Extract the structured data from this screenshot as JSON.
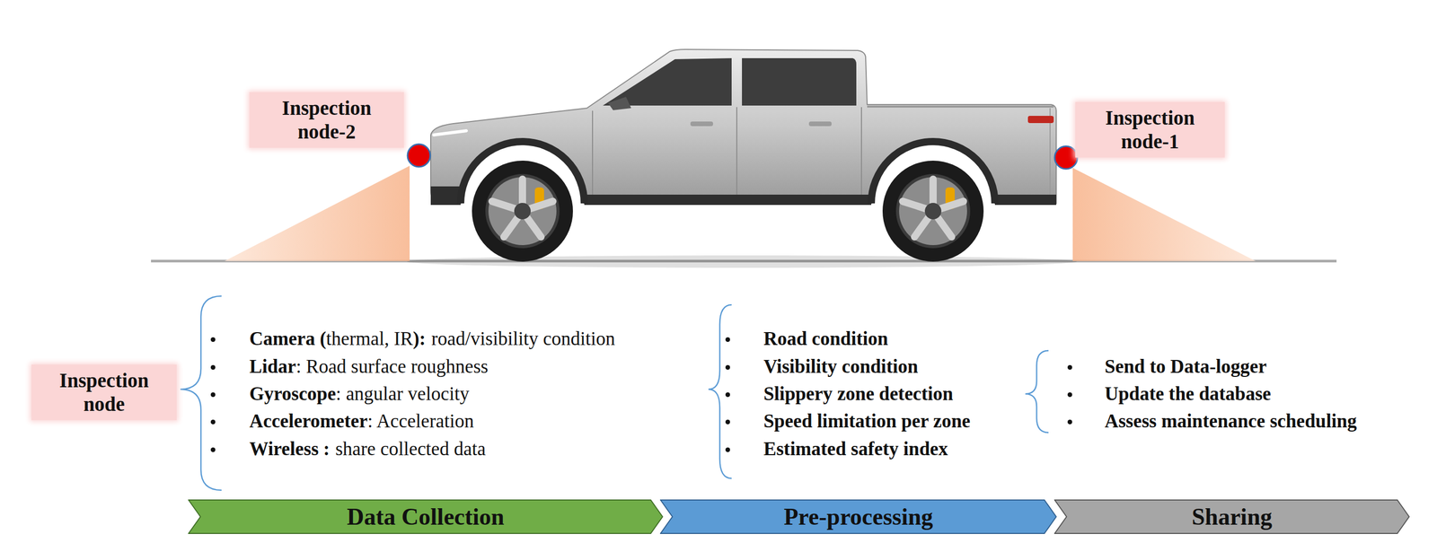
{
  "diagram": {
    "nodes": [
      {
        "text": [
          "Inspection node-2"
        ]
      },
      {
        "text": [
          "Inspection node-1"
        ]
      },
      {
        "text": [
          "Inspection node"
        ]
      },
      {
        "text": [
          "Data Collection"
        ]
      },
      {
        "text": [
          "Pre-processing"
        ]
      },
      {
        "text": [
          "Sharing"
        ]
      }
    ],
    "labels": [
      "Camera (",
      "thermal, IR",
      "):",
      "road/visibility condition",
      "Lidar",
      ": Road surface roughness",
      "Gyroscope",
      ": angular velocity",
      "Accelerometer",
      ": Acceleration",
      "Wireless :",
      "share collected data",
      "Road condition",
      "Visibility condition",
      "Slippery zone detection",
      "Speed limitation per zone",
      "Estimated safety index",
      "Send to Data-logger",
      "Update the database",
      "Assess maintenance scheduling"
    ]
  }
}
